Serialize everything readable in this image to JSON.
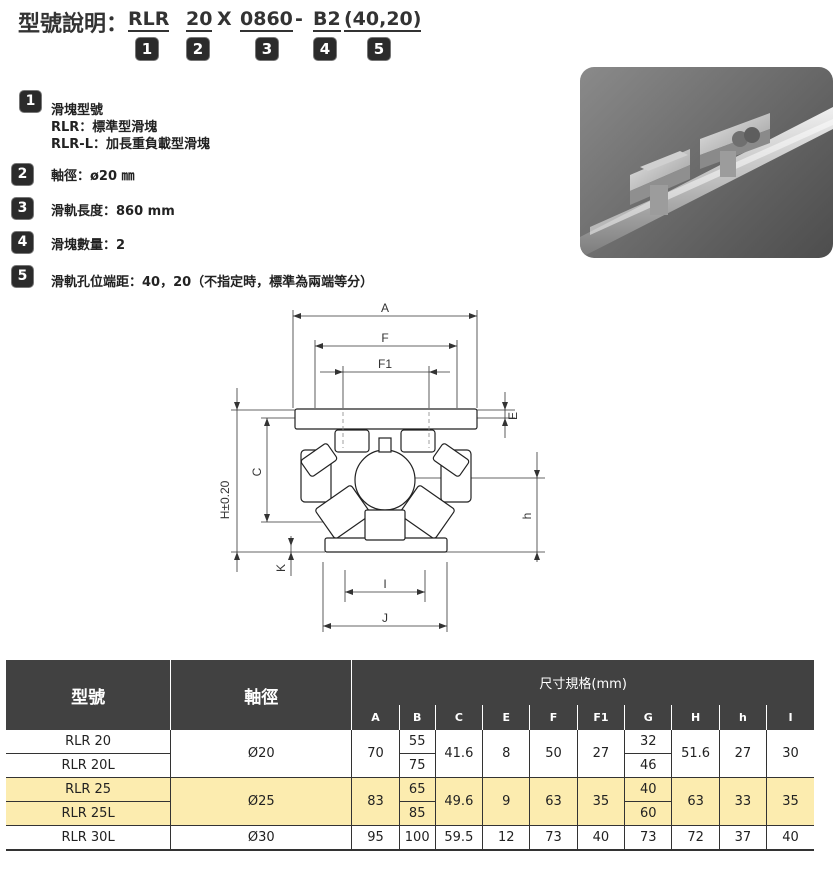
{
  "model_explanation": {
    "title": "型號說明：",
    "parts": [
      {
        "text": "RLR",
        "num": "1"
      },
      {
        "text": "20",
        "num": "2"
      },
      {
        "sep": "X"
      },
      {
        "text": "0860",
        "num": "3"
      },
      {
        "sep2": "-"
      },
      {
        "text": "B2",
        "num": "4"
      },
      {
        "text": "(40,20)",
        "num": "5"
      }
    ]
  },
  "legend": [
    {
      "num": "1",
      "lines": [
        "滑塊型號",
        "RLR：標準型滑塊",
        "RLR-L：加長重負載型滑塊"
      ]
    },
    {
      "num": "2",
      "lines": [
        "軸徑：ø20 ㎜"
      ]
    },
    {
      "num": "3",
      "lines": [
        "滑軌長度：860 mm"
      ]
    },
    {
      "num": "4",
      "lines": [
        "滑塊數量：2"
      ]
    },
    {
      "num": "5",
      "lines": [
        "滑軌孔位端距：40，20（不指定時，標準為兩端等分）"
      ]
    }
  ],
  "drawing_labels": {
    "A": "A",
    "F": "F",
    "F1": "F1",
    "E": "E",
    "C": "C",
    "H": "H±0.20",
    "h": "h",
    "K": "K",
    "I": "I",
    "J": "J"
  },
  "table": {
    "col_model": "型號",
    "col_shaft": "軸徑",
    "col_dims": "尺寸規格(mm)",
    "dim_headers": [
      "A",
      "B",
      "C",
      "E",
      "F",
      "F1",
      "G",
      "H",
      "h",
      "I"
    ],
    "groups": [
      {
        "models": [
          "RLR 20",
          "RLR 20L"
        ],
        "shaft": "Ø20",
        "A": "70",
        "B": [
          "55",
          "75"
        ],
        "C": "41.6",
        "E": "8",
        "F": "50",
        "F1": "27",
        "G": [
          "32",
          "46"
        ],
        "H": "51.6",
        "h": "27",
        "I": "30",
        "highlight": false
      },
      {
        "models": [
          "RLR 25",
          "RLR 25L"
        ],
        "shaft": "Ø25",
        "A": "83",
        "B": [
          "65",
          "85"
        ],
        "C": "49.6",
        "E": "9",
        "F": "63",
        "F1": "35",
        "G": [
          "40",
          "60"
        ],
        "H": "63",
        "h": "33",
        "I": "35",
        "highlight": true
      },
      {
        "models": [
          "RLR 30L"
        ],
        "shaft": "Ø30",
        "A": "95",
        "B": [
          "100"
        ],
        "C": "59.5",
        "E": "12",
        "F": "73",
        "F1": "40",
        "G": [
          "73"
        ],
        "H": "72",
        "h": "37",
        "I": "40",
        "highlight": false
      }
    ]
  }
}
